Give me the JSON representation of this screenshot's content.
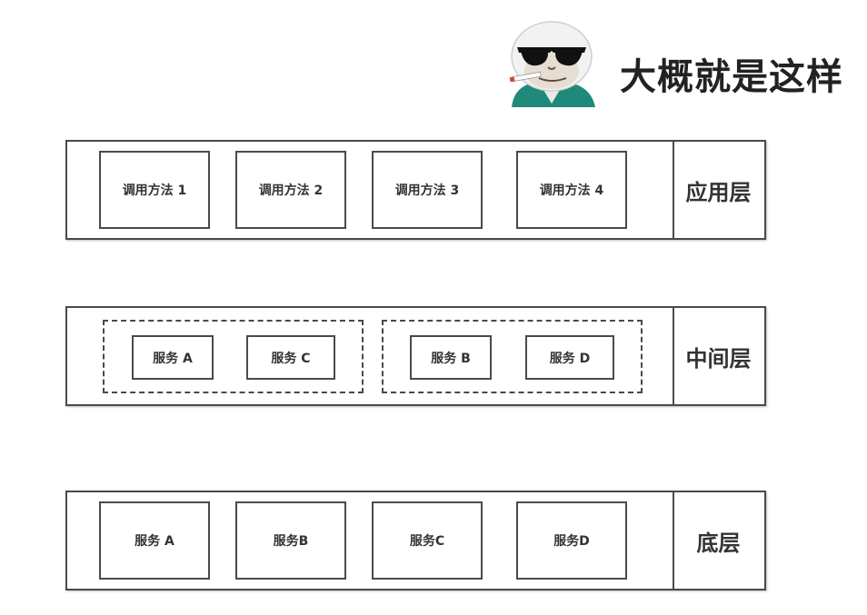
{
  "header": {
    "caption": "大概就是这样",
    "sticker_icon": "panda-meme-sunglasses-icon"
  },
  "layers": {
    "application": {
      "label": "应用层",
      "items": [
        "调用方法 1",
        "调用方法 2",
        "调用方法 3",
        "调用方法 4"
      ]
    },
    "middle": {
      "label": "中间层",
      "groups": [
        [
          "服务 A",
          "服务 C"
        ],
        [
          "服务 B",
          "服务 D"
        ]
      ]
    },
    "bottom": {
      "label": "底层",
      "items": [
        "服务 A",
        "服务B",
        "服务C",
        "服务D"
      ]
    }
  }
}
